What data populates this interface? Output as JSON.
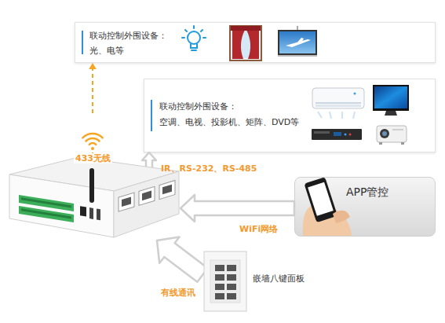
{
  "diagram": {
    "nodes": [
      {
        "text": [
          "联动控制外围设备：",
          "光、电等"
        ]
      },
      {
        "text": [
          "联动控制外围设备：",
          "空调、电视、投影机、矩阵、DVD等"
        ]
      },
      {
        "text": []
      },
      {
        "text": [
          "APP管控"
        ]
      },
      {
        "text": [
          "嵌墙八键面板"
        ]
      }
    ],
    "edges": [
      {
        "from": 2,
        "to": 0,
        "arrow": "to",
        "label": "433无线"
      },
      {
        "from": 2,
        "to": 1,
        "arrow": "to",
        "label": "IR、RS-232、RS-485"
      },
      {
        "from": 3,
        "to": 2,
        "arrow": "to",
        "label": "WiFi网络"
      },
      {
        "from": 4,
        "to": 2,
        "arrow": "to",
        "label": "有线通讯"
      }
    ]
  }
}
